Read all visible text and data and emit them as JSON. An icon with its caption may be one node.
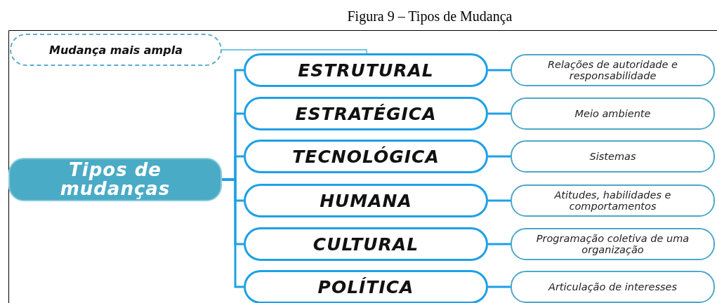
{
  "diagram": {
    "title": "Figura 9 – Tipos de Mudança",
    "nodes": [
      {
        "text": [
          "Mudança mais ampla"
        ]
      },
      {
        "text": [
          "Tipos de mudanças"
        ]
      },
      {
        "text": [
          "ESTRUTURAL"
        ]
      },
      {
        "text": [
          "ESTRATÉGICA"
        ]
      },
      {
        "text": [
          "TECNOLÓGICA"
        ]
      },
      {
        "text": [
          "HUMANA"
        ]
      },
      {
        "text": [
          "CULTURAL"
        ]
      },
      {
        "text": [
          "POLÍTICA"
        ]
      },
      {
        "text": [
          "Relações de autoridade e responsabilidade"
        ]
      },
      {
        "text": [
          "Meio ambiente"
        ]
      },
      {
        "text": [
          "Sistemas"
        ]
      },
      {
        "text": [
          "Atitudes, habilidades e comportamentos"
        ]
      },
      {
        "text": [
          "Programação coletiva de uma organização"
        ]
      },
      {
        "text": [
          "Articulação de interesses"
        ]
      }
    ],
    "edges": [
      {
        "from": 0,
        "to": 2,
        "arrow": "none",
        "color": "#4fb3d9"
      },
      {
        "from": 1,
        "to": 2,
        "arrow": "none"
      },
      {
        "from": 1,
        "to": 3,
        "arrow": "none"
      },
      {
        "from": 1,
        "to": 4,
        "arrow": "none"
      },
      {
        "from": 1,
        "to": 5,
        "arrow": "none"
      },
      {
        "from": 1,
        "to": 6,
        "arrow": "none"
      },
      {
        "from": 1,
        "to": 7,
        "arrow": "none"
      },
      {
        "from": 2,
        "to": 8,
        "arrow": "none"
      },
      {
        "from": 3,
        "to": 9,
        "arrow": "none"
      },
      {
        "from": 4,
        "to": 10,
        "arrow": "none"
      },
      {
        "from": 5,
        "to": 11,
        "arrow": "none"
      },
      {
        "from": 6,
        "to": 12,
        "arrow": "none"
      },
      {
        "from": 7,
        "to": 13,
        "arrow": "none"
      }
    ]
  }
}
